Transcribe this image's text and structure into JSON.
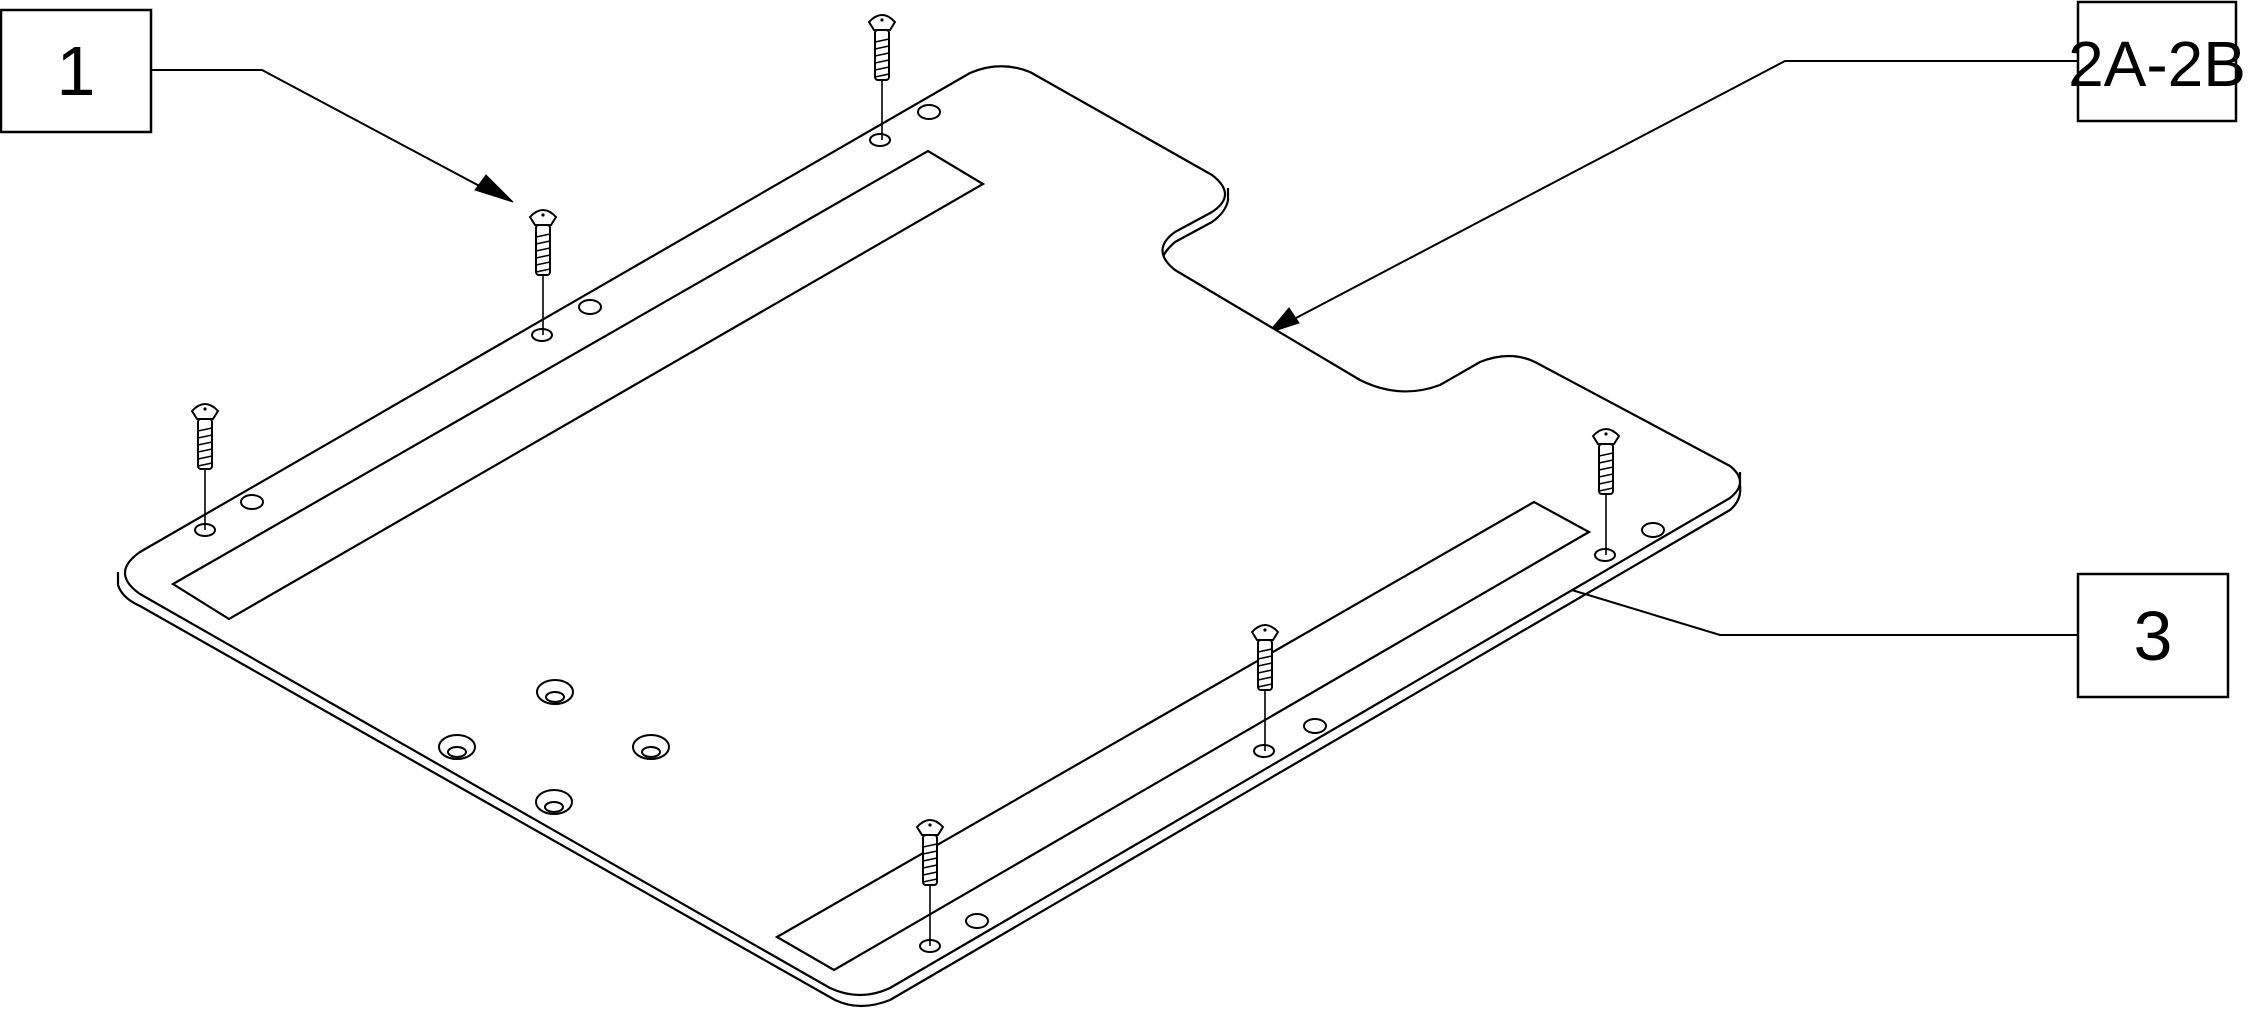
{
  "callouts": [
    {
      "id": "1",
      "label": "1"
    },
    {
      "id": "2",
      "label": "2A-2B"
    },
    {
      "id": "3",
      "label": "3"
    }
  ],
  "colors": {
    "line": "#000000",
    "background": "#ffffff"
  }
}
